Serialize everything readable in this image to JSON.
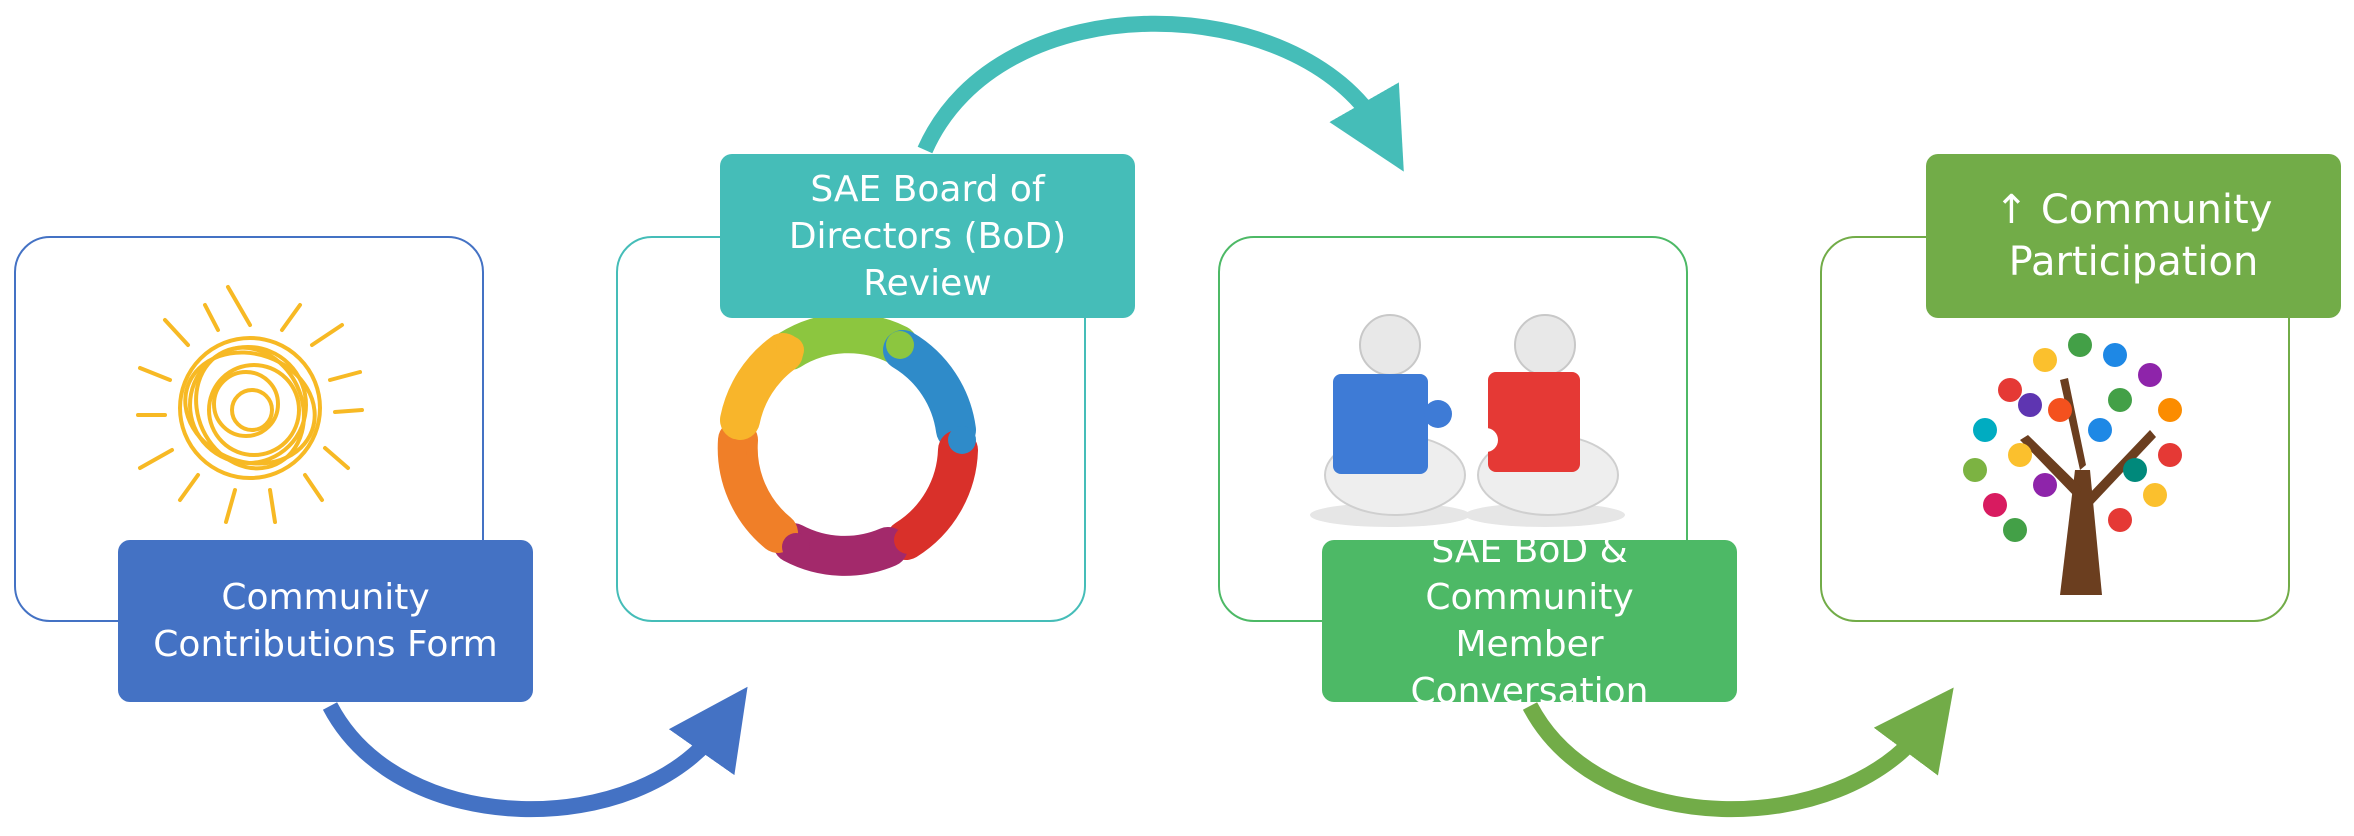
{
  "steps": [
    {
      "label_lines": [
        "Community",
        "Contributions Form"
      ],
      "color": "#4472C4",
      "frame_color": "#4472C4",
      "icon": "sun-scribble-icon"
    },
    {
      "label_lines": [
        "SAE Board of",
        "Directors (BoD)",
        "Review"
      ],
      "color": "#45BDB8",
      "frame_color": "#45BDB8",
      "icon": "people-circle-icon"
    },
    {
      "label_lines": [
        "SAE BoD & Community",
        "Member Conversation"
      ],
      "color": "#4DB966",
      "frame_color": "#4DB966",
      "icon": "puzzle-people-icon"
    },
    {
      "label_lines": [
        "↑ Community",
        "Participation"
      ],
      "color": "#72AC48",
      "frame_color": "#72AC48",
      "icon": "handprint-tree-icon"
    }
  ],
  "arrows": [
    {
      "from": 1,
      "to": 2,
      "color": "#4472C4"
    },
    {
      "from": 2,
      "to": 3,
      "color": "#45BDB8"
    },
    {
      "from": 3,
      "to": 4,
      "color": "#4DB966"
    }
  ]
}
